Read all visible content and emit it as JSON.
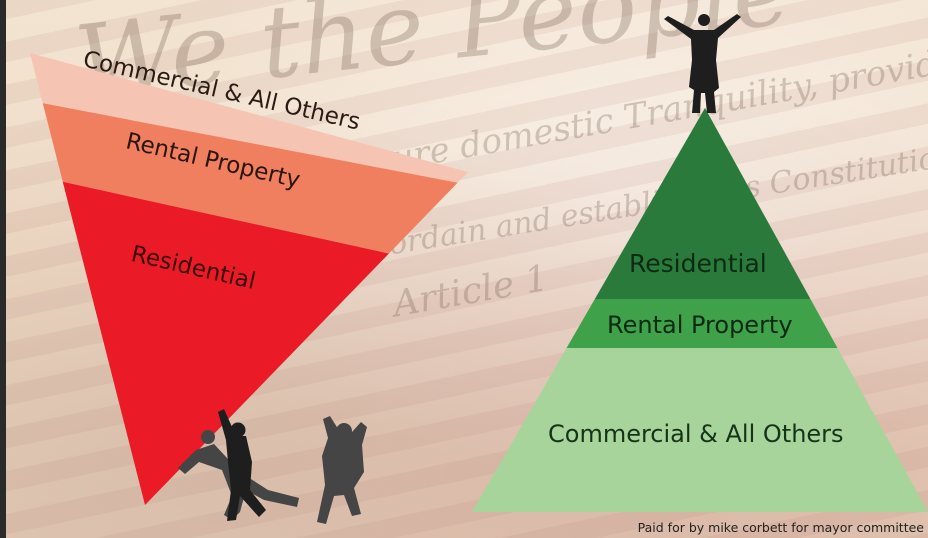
{
  "colors": {
    "inverted_top": "#f6c4b2",
    "inverted_middle": "#f07f5f",
    "inverted_bottom": "#ea1b27",
    "upright_top": "#2a7a3b",
    "upright_middle": "#3fa14a",
    "upright_bottom": "#a6d49a",
    "figure_dark": "#1e1e1e",
    "figure_gray": "#454545"
  },
  "inverted_pyramid": {
    "segments": [
      {
        "label": "Commercial & All Others"
      },
      {
        "label": "Rental Property"
      },
      {
        "label": "Residential"
      }
    ]
  },
  "upright_pyramid": {
    "segments": [
      {
        "label": "Residential"
      },
      {
        "label": "Rental Property"
      },
      {
        "label": "Commercial & All Others"
      }
    ]
  },
  "background_script": {
    "line1": "We the People",
    "line2": "ensure domestic Tranquility, provide for the common",
    "line3": "do ordain and establish this Constitution",
    "line4": "Article 1"
  },
  "footer": "Paid for by mike corbett for mayor committee"
}
